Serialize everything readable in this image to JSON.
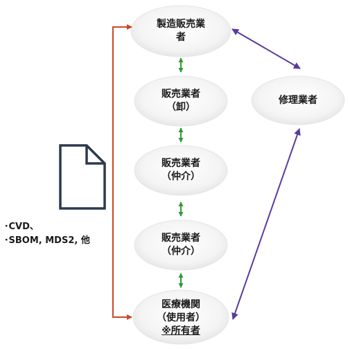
{
  "nodes": {
    "manufacturer": {
      "line1": "製造販売業",
      "line2": "者"
    },
    "wholesaler": {
      "line1": "販売業者",
      "line2": "（卸）"
    },
    "broker1": {
      "line1": "販売業者",
      "line2": "（仲介）"
    },
    "broker2": {
      "line1": "販売業者",
      "line2": "（仲介）"
    },
    "medical": {
      "line1": "医療機関",
      "line2": "（使用者）",
      "line3": "※所有者"
    },
    "repairer": {
      "label": "修理業者"
    }
  },
  "document": {
    "line1": "･CVD、",
    "line2": "･SBOM, MDS2, 他",
    "icon": "document-icon"
  },
  "colors": {
    "red_arrow": "#c9472a",
    "purple_arrow": "#5a3a9e",
    "green_arrow": "#2e9a3a",
    "doc_stroke": "#2b3a4e"
  }
}
